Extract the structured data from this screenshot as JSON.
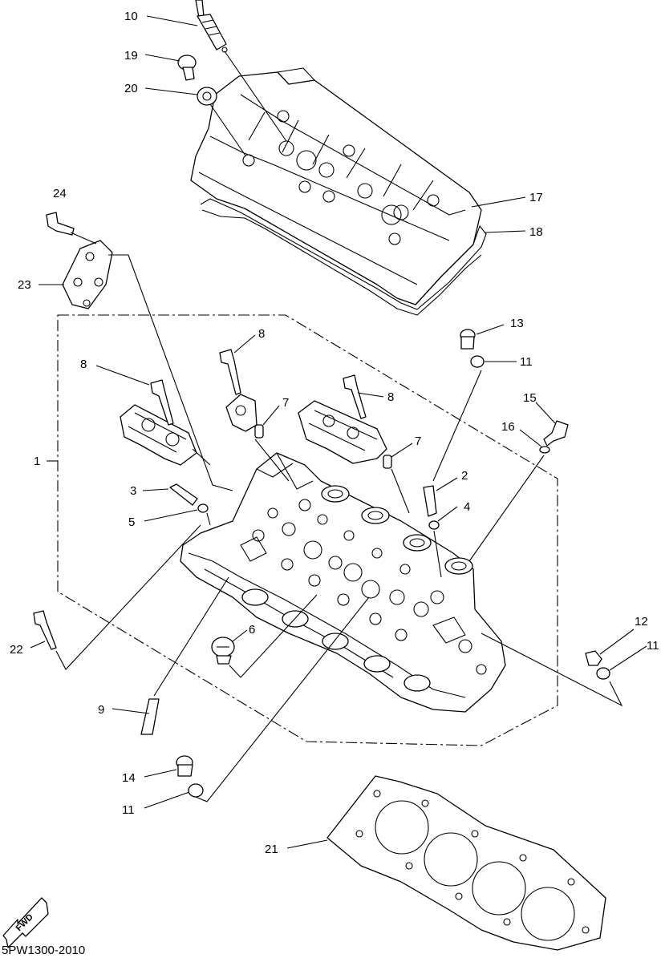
{
  "callouts": {
    "c10": "10",
    "c19": "19",
    "c20": "20",
    "c17": "17",
    "c18": "18",
    "c24": "24",
    "c23": "23",
    "c13": "13",
    "c11a": "11",
    "c8a": "8",
    "c8b": "8",
    "c8c": "8",
    "c15": "15",
    "c16": "16",
    "c7a": "7",
    "c7b": "7",
    "c1": "1",
    "c2": "2",
    "c3": "3",
    "c4": "4",
    "c5": "5",
    "c6": "6",
    "c12": "12",
    "c11b": "11",
    "c22": "22",
    "c9": "9",
    "c14": "14",
    "c11c": "11",
    "c21": "21"
  },
  "fwd_label": "FWD",
  "diagram_code": "5PW1300-2010"
}
